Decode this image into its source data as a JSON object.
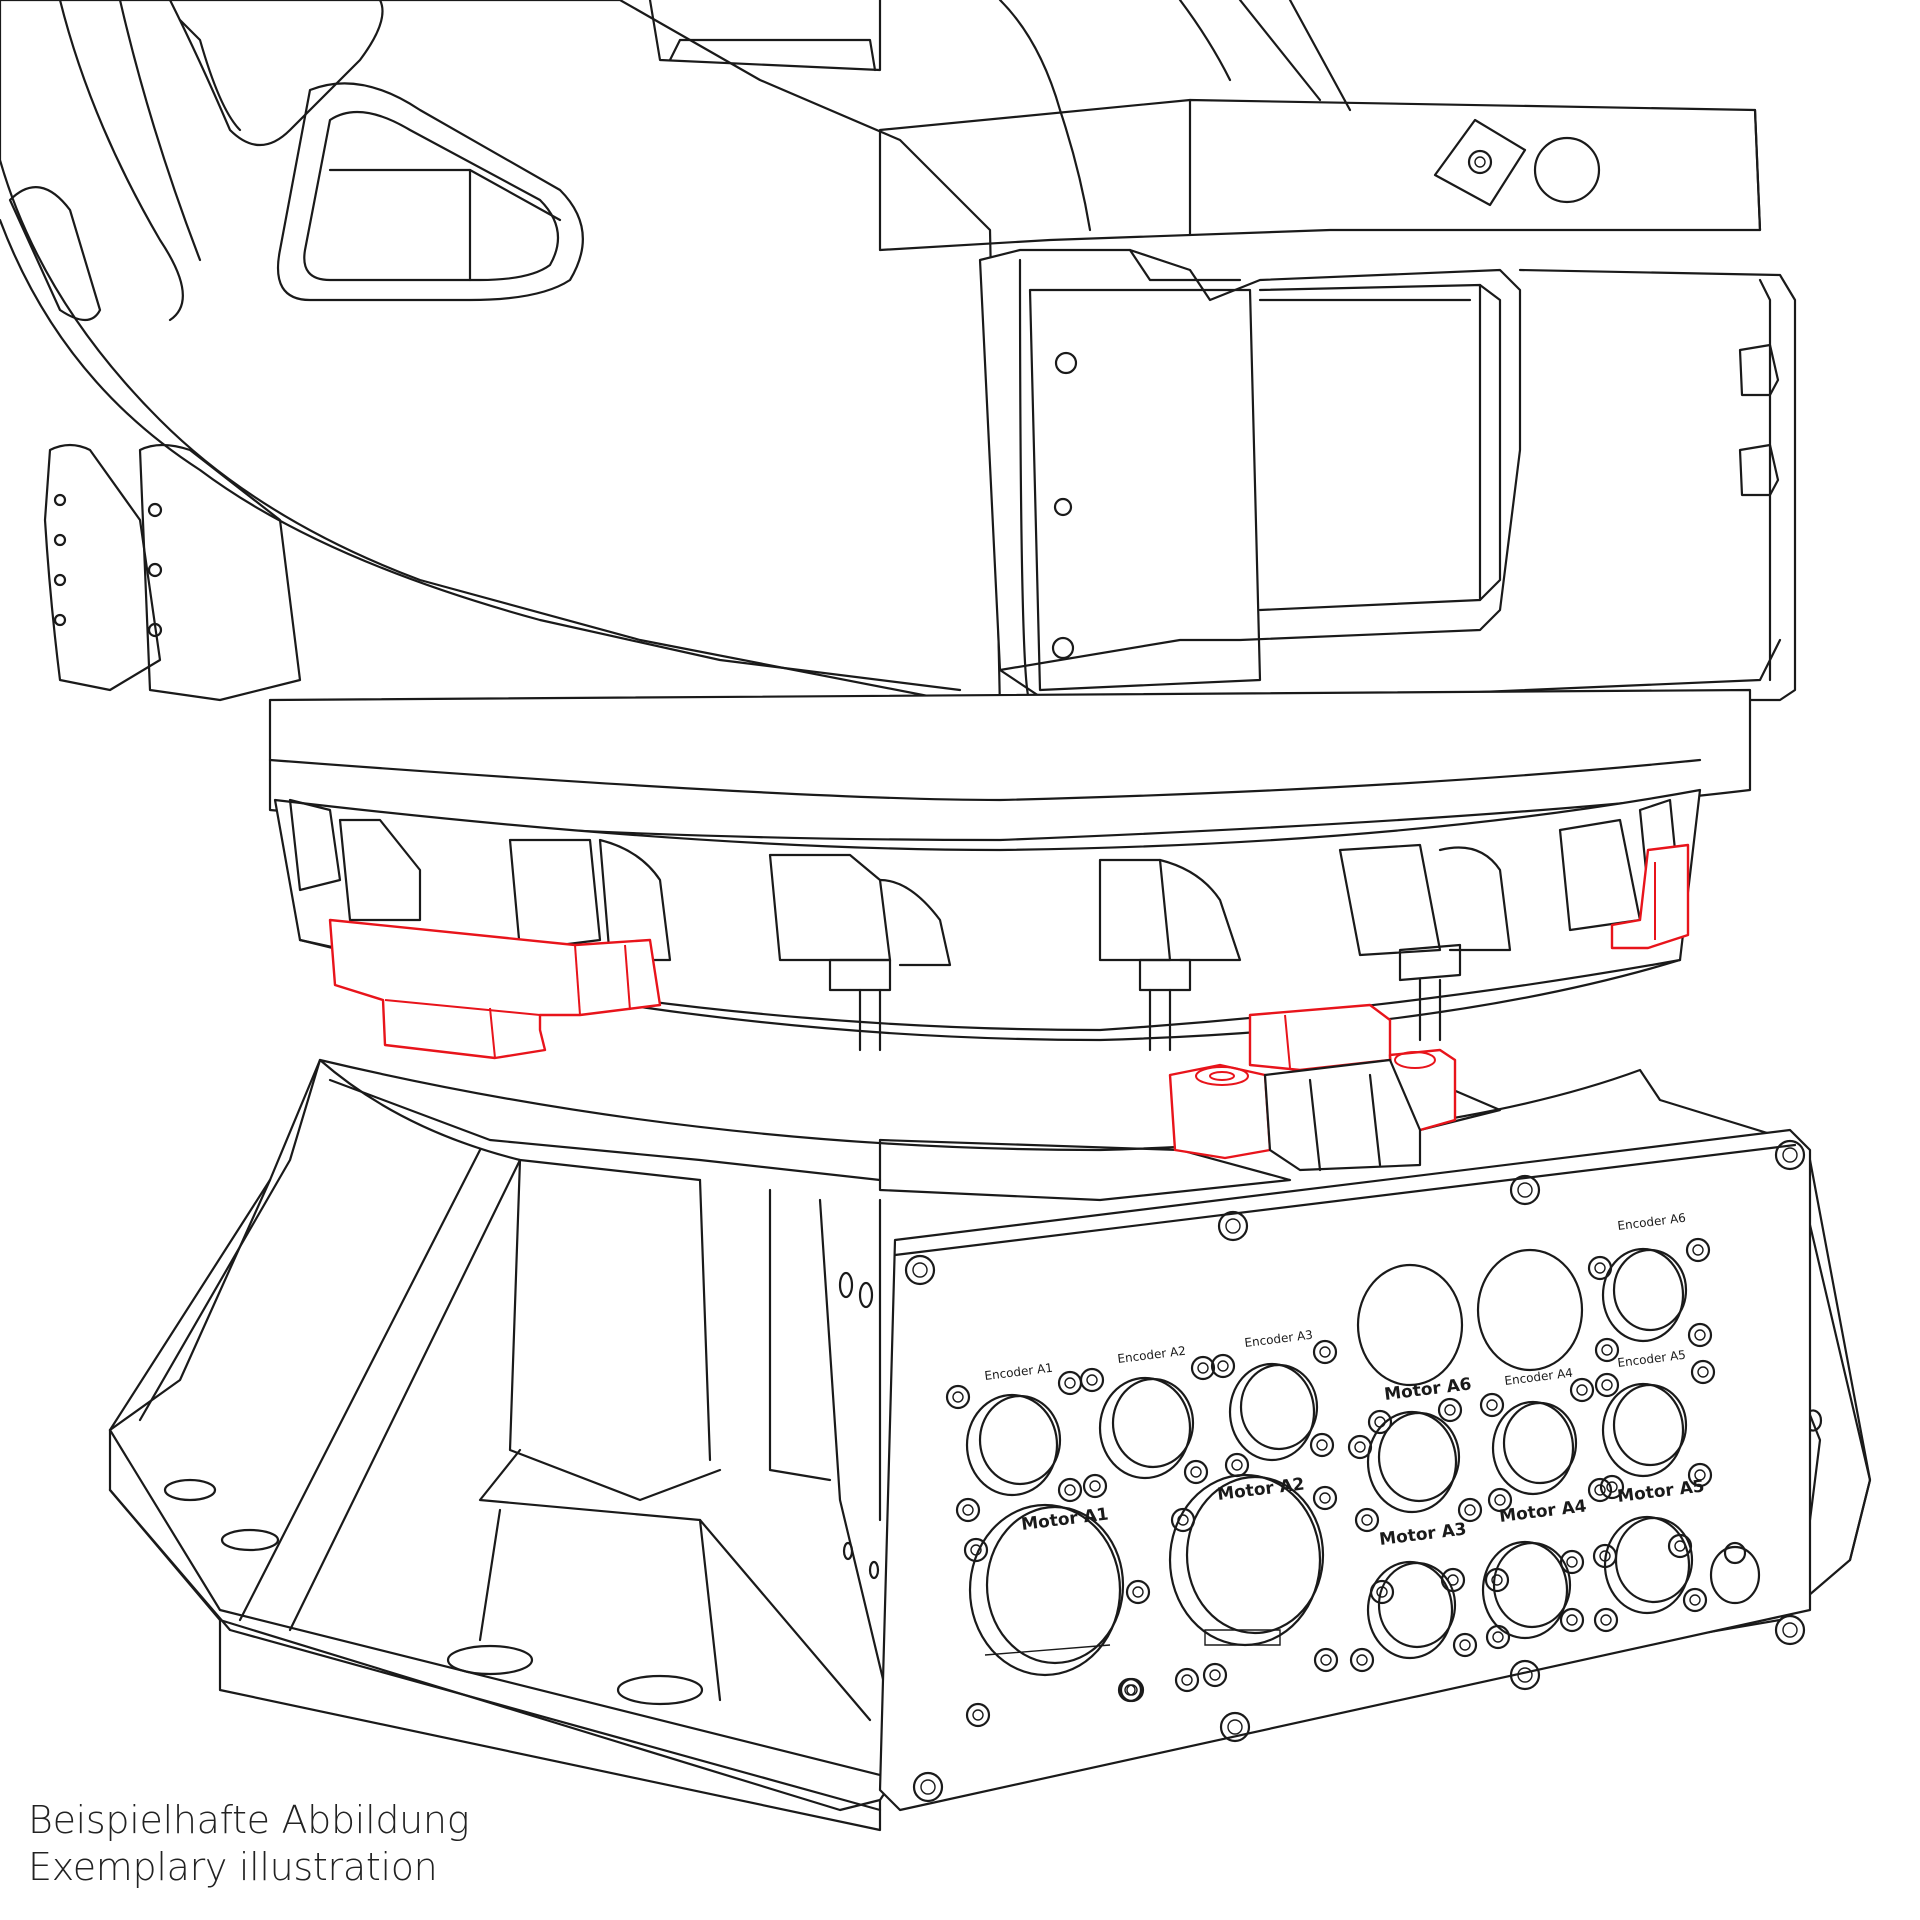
{
  "caption": {
    "line_de": "Beispielhafte Abbildung",
    "line_en": "Exemplary illustration"
  },
  "panel_labels": {
    "encoder_a1": "Encoder A1",
    "encoder_a2": "Encoder A2",
    "encoder_a3": "Encoder A3",
    "encoder_a4": "Encoder A4",
    "encoder_a5": "Encoder A5",
    "encoder_a6": "Encoder A6",
    "motor_a1": "Motor A1",
    "motor_a2": "Motor A2",
    "motor_a3": "Motor A3",
    "motor_a4": "Motor A4",
    "motor_a5": "Motor A5",
    "motor_a6": "Motor A6"
  },
  "colors": {
    "line": "#1a1a1a",
    "highlight": "#e8141b",
    "background": "#ffffff"
  }
}
